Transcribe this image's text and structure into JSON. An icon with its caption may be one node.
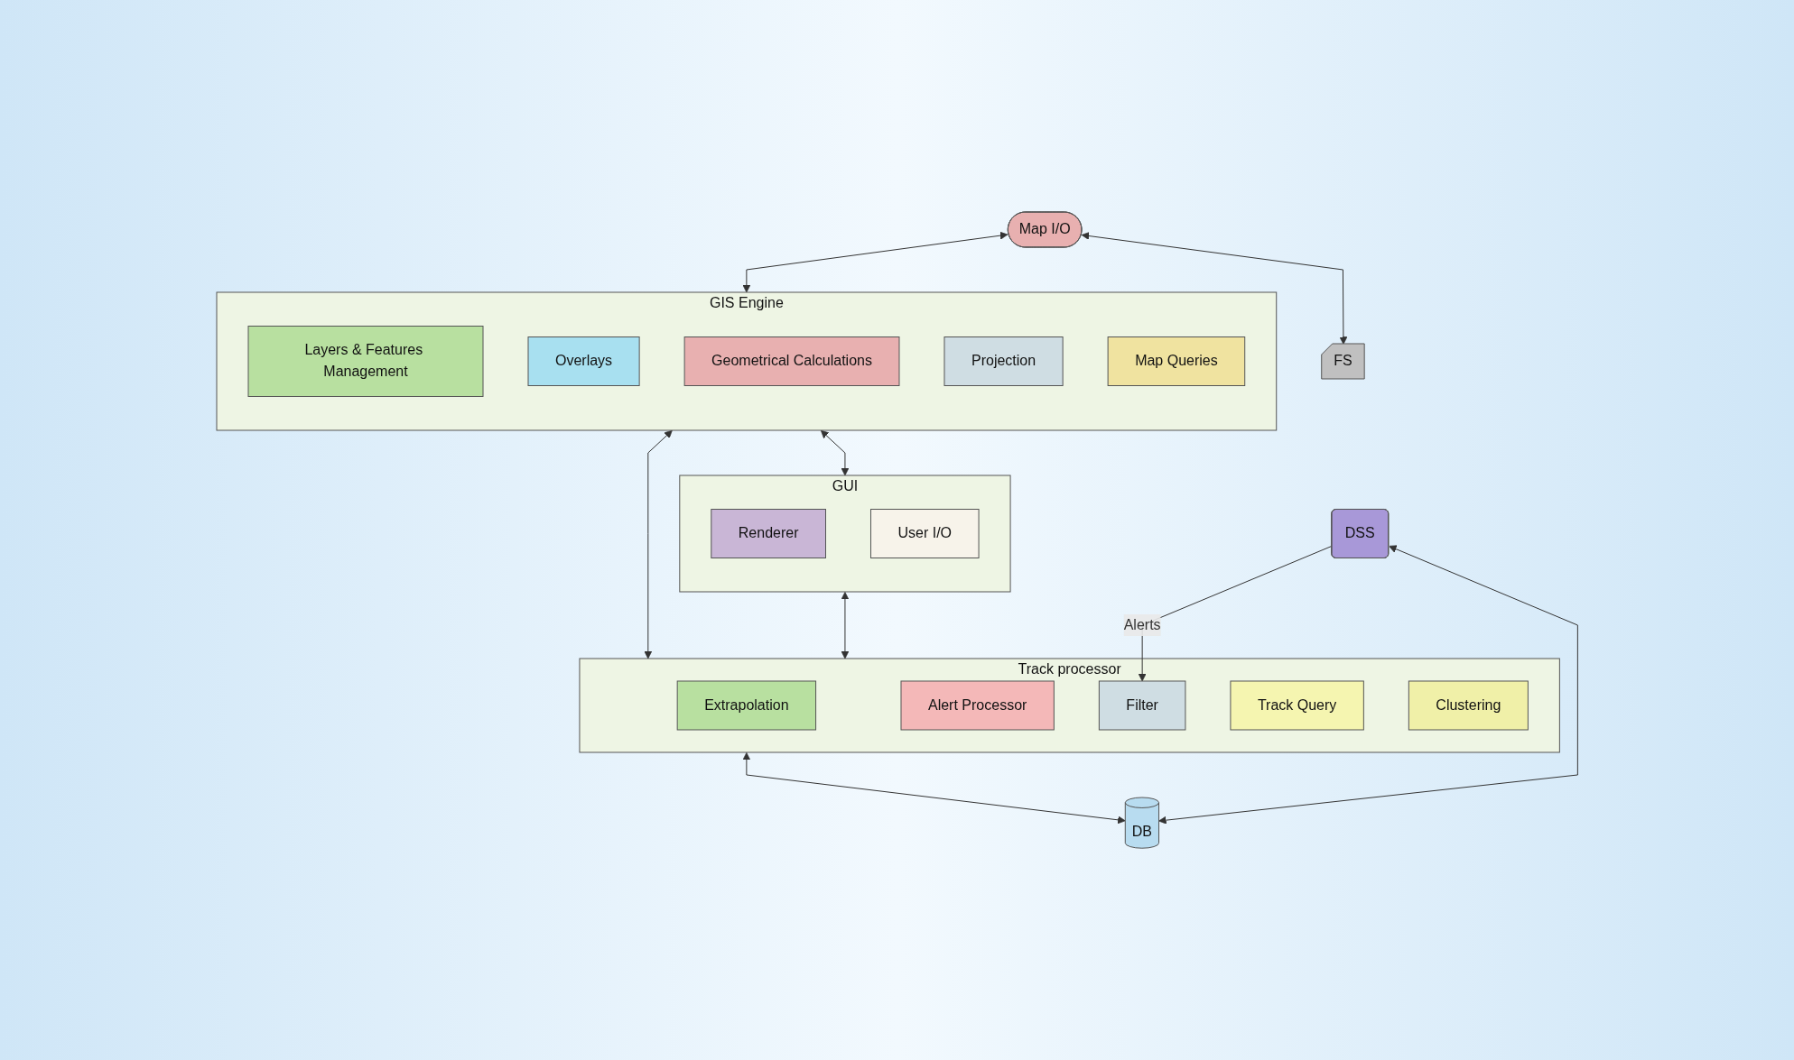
{
  "diagram": {
    "nodes": [
      {
        "text": [
          "GUI"
        ]
      },
      {
        "text": [
          "Renderer"
        ],
        "in": 0
      },
      {
        "text": [
          "User I/O"
        ],
        "in": 0
      },
      {
        "text": [
          "GIS Engine"
        ]
      },
      {
        "text": [
          "Layers & Features Management"
        ],
        "in": 3
      },
      {
        "text": [
          "Overlays"
        ],
        "in": 3
      },
      {
        "text": [
          "Geometrical Calculations"
        ],
        "in": 3
      },
      {
        "text": [
          "Projection"
        ],
        "in": 3
      },
      {
        "text": [
          "Map Queries"
        ],
        "in": 3
      },
      {
        "text": [
          "Track processor"
        ]
      },
      {
        "text": [
          "Extrapolation"
        ],
        "in": 9
      },
      {
        "text": [
          "Alert Processor"
        ],
        "in": 9
      },
      {
        "text": [
          "Filter"
        ],
        "in": 9
      },
      {
        "text": [
          "Track Query"
        ],
        "in": 9
      },
      {
        "text": [
          "Clustering"
        ],
        "in": 9
      },
      {
        "text": [
          "Map I/O"
        ]
      },
      {
        "text": [
          "FS"
        ]
      },
      {
        "text": [
          "DB"
        ]
      },
      {
        "text": [
          "DSS"
        ]
      }
    ],
    "edges": [
      {
        "from": 3,
        "to": 0,
        "arrow": "both"
      },
      {
        "from": 0,
        "to": 9,
        "arrow": "both"
      },
      {
        "from": 15,
        "to": 3,
        "arrow": "both"
      },
      {
        "from": 3,
        "to": 9,
        "arrow": "both"
      },
      {
        "from": 15,
        "to": 16,
        "arrow": "both"
      },
      {
        "from": 9,
        "to": 17,
        "arrow": "both"
      },
      {
        "from": 18,
        "to": 12,
        "arrow": "to",
        "label": "Alerts"
      },
      {
        "from": 18,
        "to": 17,
        "arrow": "both"
      }
    ]
  }
}
